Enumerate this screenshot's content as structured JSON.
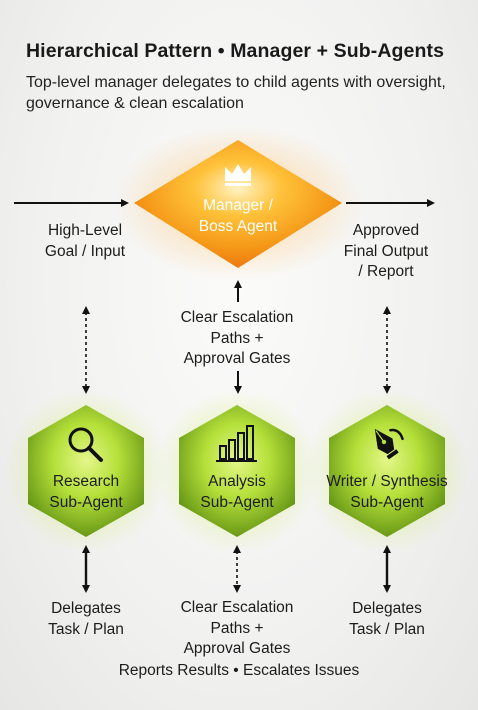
{
  "header": {
    "title": "Hierarchical Pattern • Manager + Sub-Agents",
    "subtitle": "Top-level manager delegates to child agents with oversight, governance & clean escalation"
  },
  "manager": {
    "line1": "Manager /",
    "line2": "Boss Agent",
    "icon": "crown-icon"
  },
  "input": {
    "line1": "High-Level",
    "line2": "Goal / Input"
  },
  "output": {
    "line1": "Approved",
    "line2": "Final Output",
    "line3": "/ Report"
  },
  "escalation_top": {
    "line1": "Clear Escalation",
    "line2": "Paths +",
    "line3": "Approval Gates"
  },
  "agents": [
    {
      "line1": "Research",
      "line2": "Sub-Agent",
      "icon": "magnifier-icon"
    },
    {
      "line1": "Analysis",
      "line2": "Sub-Agent",
      "icon": "bar-chart-icon"
    },
    {
      "line1": "Writer / Synthesis",
      "line2": "Sub-Agent",
      "icon": "pen-nib-icon"
    }
  ],
  "bottom": {
    "left": {
      "line1": "Delegates",
      "line2": "Task / Plan"
    },
    "center": {
      "line1": "Clear Escalation",
      "line2": "Paths +",
      "line3": "Approval Gates"
    },
    "right": {
      "line1": "Delegates",
      "line2": "Task / Plan"
    },
    "footer": "Reports Results • Escalates Issues"
  },
  "colors": {
    "manager_outer": "#f7a21b",
    "manager_inner": "#ffe9b0",
    "agent_fill": "#6f9d1c",
    "agent_glow": "#c6ec3a",
    "text": "#1a1a1a"
  }
}
